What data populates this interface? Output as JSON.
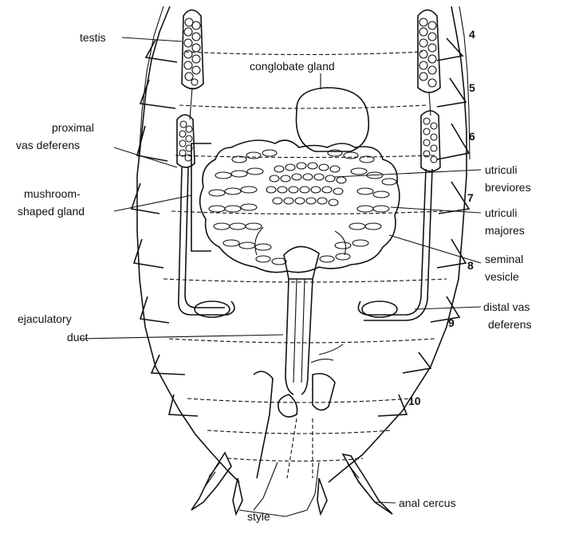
{
  "labels": {
    "testis": "testis",
    "conglobate_gland": "conglobate gland",
    "proximal_vas_deferens_1": "proximal",
    "proximal_vas_deferens_2": "vas deferens",
    "mushroom_gland_1": "mushroom-",
    "mushroom_gland_2": "shaped gland",
    "ejaculatory_duct_1": "ejaculatory",
    "ejaculatory_duct_2": "duct",
    "utriculi_breviores_1": "utriculi",
    "utriculi_breviores_2": "breviores",
    "utriculi_majores_1": "utriculi",
    "utriculi_majores_2": "majores",
    "seminal_vesicle_1": "seminal",
    "seminal_vesicle_2": "vesicle",
    "distal_vas_deferens_1": "distal vas",
    "distal_vas_deferens_2": "deferens",
    "style": "style",
    "anal_cercus": "anal cercus"
  },
  "segments": {
    "s4": "4",
    "s5": "5",
    "s6": "6",
    "s7": "7",
    "s8": "8",
    "s9": "9",
    "s10": "10"
  }
}
